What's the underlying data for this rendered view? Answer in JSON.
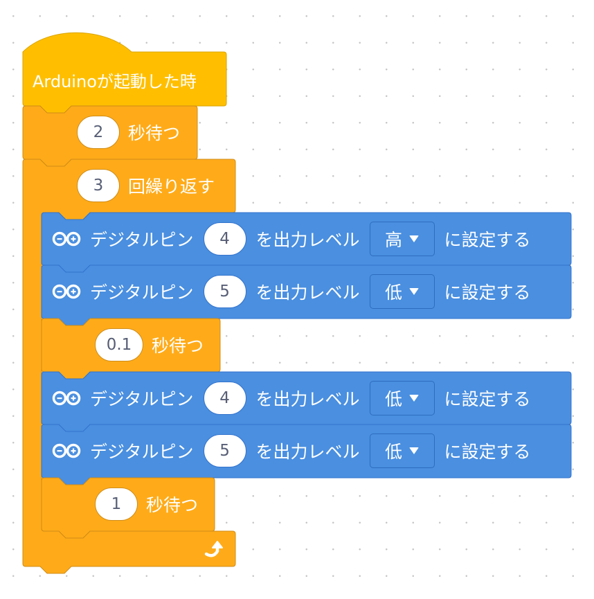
{
  "hat": {
    "label": "Arduinoが起動した時"
  },
  "wait1": {
    "value": "2",
    "label": "秒待つ"
  },
  "repeat": {
    "value": "3",
    "label": "回繰り返す",
    "loop_icon": "loop-arrow-icon"
  },
  "pins": [
    {
      "prefix": "デジタルピン",
      "pin": "4",
      "middle": "を出力レベル",
      "level": "高",
      "suffix": "に設定する",
      "icon": "arduino-icon"
    },
    {
      "prefix": "デジタルピン",
      "pin": "5",
      "middle": "を出力レベル",
      "level": "低",
      "suffix": "に設定する",
      "icon": "arduino-icon"
    },
    {
      "prefix": "デジタルピン",
      "pin": "4",
      "middle": "を出力レベル",
      "level": "低",
      "suffix": "に設定する",
      "icon": "arduino-icon"
    },
    {
      "prefix": "デジタルピン",
      "pin": "5",
      "middle": "を出力レベル",
      "level": "低",
      "suffix": "に設定する",
      "icon": "arduino-icon"
    }
  ],
  "wait2": {
    "value": "0.1",
    "label": "秒待つ"
  },
  "wait3": {
    "value": "1",
    "label": "秒待つ"
  },
  "colors": {
    "hat": "#FFBF00",
    "control": "#FFAB19",
    "arduino": "#4A8FE0"
  }
}
